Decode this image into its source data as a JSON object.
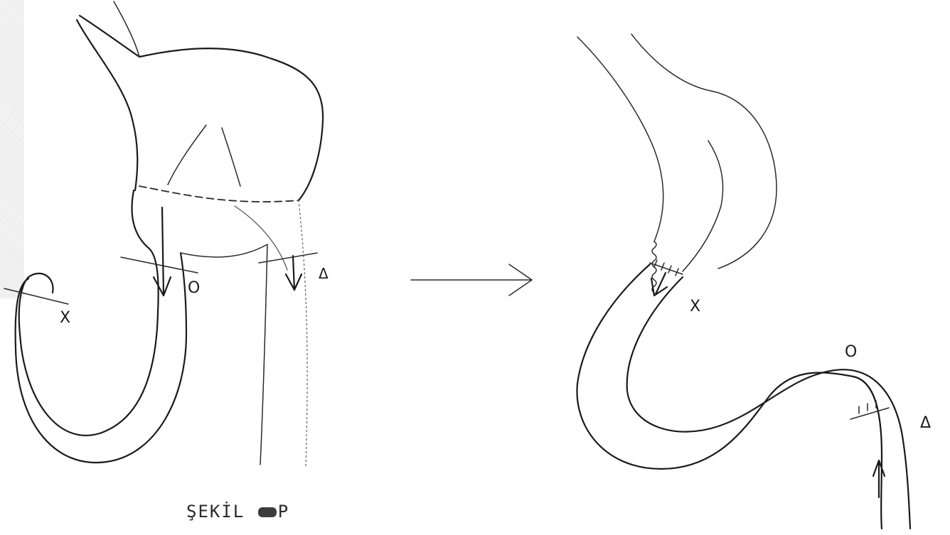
{
  "diagram": {
    "before_labels": {
      "left_cut": "X",
      "middle_cut": "O",
      "right_cut": "Δ"
    },
    "after_labels": {
      "gastric_anastomosis": "X",
      "loop_mark": "O",
      "enteric_anastomosis": "Δ"
    },
    "caption": {
      "prefix": "ŞEKİL",
      "text": "P"
    }
  }
}
